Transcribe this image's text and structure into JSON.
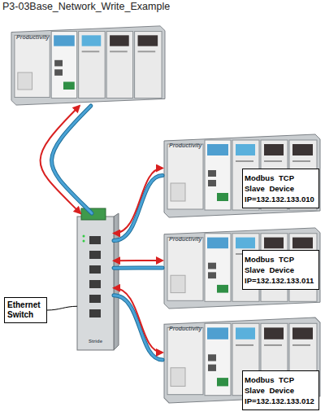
{
  "diagram": {
    "title": "P3-03Base_Network_Write_Example",
    "nodes": [
      {
        "text": [
          "Productivity"
        ]
      },
      {
        "text": [
          "Stride"
        ]
      },
      {
        "text": [
          "Productivity"
        ]
      },
      {
        "text": [
          "Modbus TCP Slave Device IP=132.132.133.010"
        ],
        "in": 2
      },
      {
        "text": [
          "Productivity"
        ]
      },
      {
        "text": [
          "Modbus TCP Slave Device IP=132.132.133.011"
        ],
        "in": 4
      },
      {
        "text": [
          "Productivity"
        ]
      },
      {
        "text": [
          "Modbus TCP Slave Device IP=132.132.133.012"
        ],
        "in": 6
      },
      {
        "text": [
          "Ethernet Switch"
        ]
      }
    ],
    "edges": [
      {
        "from": 0,
        "to": 1,
        "arrow": "both"
      },
      {
        "from": 1,
        "to": 2,
        "arrow": "both"
      },
      {
        "from": 1,
        "to": 4,
        "arrow": "both"
      },
      {
        "from": 1,
        "to": 6,
        "arrow": "both"
      },
      {
        "from": 8,
        "to": 1,
        "arrow": "none"
      }
    ]
  }
}
